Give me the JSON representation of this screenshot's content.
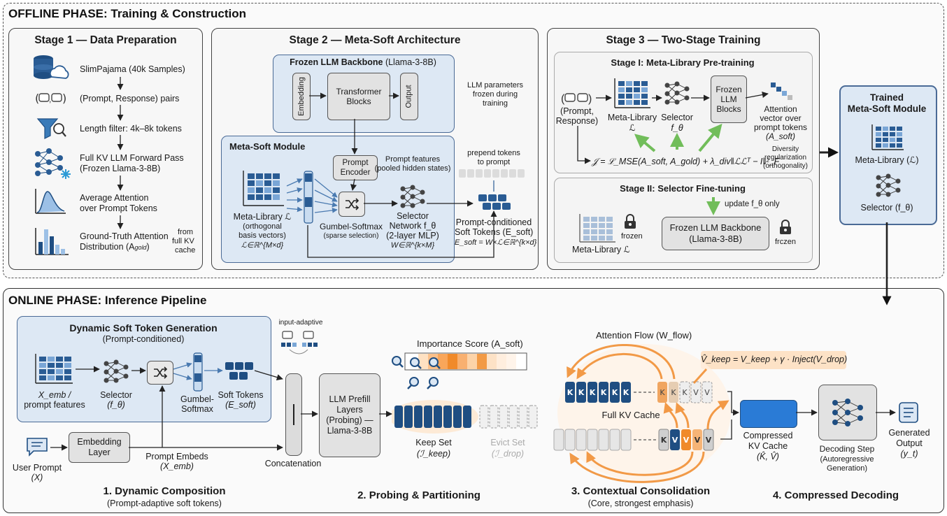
{
  "offline": {
    "title": "OFFLINE PHASE: Training & Construction",
    "stage1": {
      "title": "Stage 1 — Data Preparation",
      "steps": [
        "SlimPajama (40k Samples)",
        "(Prompt, Response) pairs",
        "Length filter: 4k–8k tokens",
        "Full KV LLM Forward Pass",
        "(Frozen Llama-3-8B)",
        "Average Attention",
        "over Prompt Tokens",
        "Ground-Truth Attention",
        "Distribution (A",
        "gold",
        ")"
      ],
      "side_note": [
        "from",
        "full KV",
        "cache"
      ]
    },
    "stage2": {
      "title": "Stage 2 — Meta-Soft Architecture",
      "backbone_title": "Frozen LLM Backbone",
      "backbone_model": "(Llama-3-8B)",
      "embedding": "Embedding",
      "transformer": [
        "Transformer",
        "Blocks"
      ],
      "output": "Output",
      "frozen_note": [
        "LLM parameters",
        "frozen during",
        "training"
      ],
      "module_title": "Meta-Soft Module",
      "prompt_encoder": [
        "Prompt",
        "Encoder"
      ],
      "prompt_features": [
        "Prompt features",
        "(pooled hidden states)"
      ],
      "meta_library": [
        "Meta-Library ℒ",
        "(orthogonal",
        "basis vectors)",
        "ℒ∈ℝ^{M×d}"
      ],
      "gumbel": [
        "Gumbel-Softmax",
        "(sparse selection)"
      ],
      "selector": [
        "Selector",
        "Network f_θ",
        "(2-layer MLP)",
        "W∈ℝ^{k×M}"
      ],
      "prepend": [
        "prepend tokens",
        "to prompt"
      ],
      "soft_tokens": [
        "Prompt-conditioned",
        "Soft Tokens (E_soft)",
        "E_soft = W×ℒ∈ℝ^{k×d}"
      ]
    },
    "stage3": {
      "title": "Stage 3 — Two-Stage Training",
      "stage_i_title": "Stage I: Meta-Library Pre-training",
      "prompt_response": [
        "(Prompt,",
        "Response)"
      ],
      "meta_library": [
        "Meta-Library",
        "ℒ"
      ],
      "selector": [
        "Selector",
        "f_θ"
      ],
      "frozen_llm": [
        "Frozen",
        "LLM",
        "Blocks"
      ],
      "attention_vector": [
        "Attention",
        "vector over",
        "prompt tokens",
        "(A_soft)"
      ],
      "loss": "𝒥 = ℒ_MSE(A_soft, A_gold) + λ_div‖ℒℒᵀ − I‖²_F",
      "diversity": [
        "Diversity",
        "regularization",
        "(orthogonality)"
      ],
      "stage_ii_title": "Stage II: Selector Fine-tuning",
      "update_note": "update f_θ only",
      "meta_library_frozen": "Meta-Library ℒ",
      "frozen_label": "frozen",
      "frozen_backbone": [
        "Frozen LLM Backbone",
        "(Llama-3-8B)"
      ],
      "frozen_label_2": "frczen"
    },
    "trained": {
      "title": [
        "Trained",
        "Meta-Soft Module"
      ],
      "meta_library": "Meta-Library (ℒ)",
      "selector": "Selector (f_θ)"
    }
  },
  "online": {
    "title": "ONLINE PHASE: Inference Pipeline",
    "dyn_title": "Dynamic Soft Token Generation",
    "dyn_subtitle": "(Prompt-conditioned)",
    "x_emb": [
      "X_emb /",
      "prompt features"
    ],
    "selector": [
      "Selector",
      "(f_θ)"
    ],
    "gumbel": [
      "Gumbel-",
      "Softmax"
    ],
    "soft_tokens": [
      "Soft Tokens",
      "(E_soft)"
    ],
    "input_adaptive": "input-adaptive",
    "user_prompt": [
      "User Prompt",
      "(X)"
    ],
    "embedding_layer": [
      "Embedding",
      "Layer"
    ],
    "prompt_embeds": [
      "Prompt Embeds",
      "(X_emb)"
    ],
    "concatenation": "Concatenation",
    "prefill": [
      "LLM Prefill",
      "Layers",
      "(Probing) —",
      "Llama-3-8B"
    ],
    "importance": "Importance Score (A_soft)",
    "keep_set": [
      "Keep Set",
      "(ℐ_keep)"
    ],
    "evict_set": [
      "Evict Set",
      "(ℐ_drop)"
    ],
    "attention_flow": "Attention Flow (W_flow)",
    "formula": "V̂_keep = V_keep + γ · Inject(V_drop)",
    "full_kv": "Full KV Cache",
    "k_label": "K",
    "v_label": "V",
    "compressed_kv": [
      "Compressed",
      "KV Cache",
      "(K̂, V̂)"
    ],
    "decoding": [
      "Decoding Step",
      "(Autoregressive",
      "Generation)"
    ],
    "generated": [
      "Generated",
      "Output",
      "(y_t)"
    ],
    "steps": {
      "s1": "1. Dynamic Composition",
      "s1_sub": "(Prompt-adaptive soft tokens)",
      "s2": "2. Probing & Partitioning",
      "s3": "3. Contextual Consolidation",
      "s3_sub": "(Core, strongest emphasis)",
      "s4": "4. Compressed Decoding"
    }
  },
  "colors": {
    "navy": "#1f4e82",
    "blue": "#2a7bd6",
    "orange": "#f08a2a",
    "green": "#63b84a",
    "panel": "#dde8f4"
  }
}
